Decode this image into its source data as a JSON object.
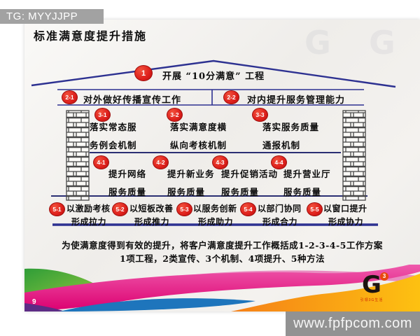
{
  "overlay": {
    "tg_label": "TG: MYYJJPP",
    "watermark": "www.fpfpcom.com"
  },
  "slide": {
    "title": "标准满意度提升措施",
    "page_number": "9",
    "house": {
      "roof": {
        "badge": "1",
        "label": "开展 “10分满意” 工程"
      },
      "row2": [
        {
          "badge": "2-1",
          "label": "对外做好传播宣传工作"
        },
        {
          "badge": "2-2",
          "label": "对内提升服务管理能力"
        }
      ],
      "row3": [
        {
          "badge": "3-1",
          "line1": "落实常态服",
          "line2": "务例会机制"
        },
        {
          "badge": "3-2",
          "line1": "落实满意度横",
          "line2": "纵向考核机制"
        },
        {
          "badge": "3-3",
          "line1": "落实服务质量",
          "line2": "通报机制"
        }
      ],
      "row4": [
        {
          "badge": "4-1",
          "line1": "提升网络",
          "line2": "服务质量"
        },
        {
          "badge": "4-2",
          "line1": "提升新业务",
          "line2": "服务质量"
        },
        {
          "badge": "4-3",
          "line1": "提升促销活动",
          "line2": "服务质量"
        },
        {
          "badge": "4-4",
          "line1": "提升营业厅",
          "line2": "服务质量"
        }
      ],
      "row5": [
        {
          "badge": "5-1",
          "line1": "以激励考核",
          "line2": "形成拉力"
        },
        {
          "badge": "5-2",
          "line1": "以短板改善",
          "line2": "形成推力"
        },
        {
          "badge": "5-3",
          "line1": "以服务创新",
          "line2": "形成助力"
        },
        {
          "badge": "5-4",
          "line1": "以部门协同",
          "line2": "形成合力"
        },
        {
          "badge": "5-5",
          "line1": "以窗口提升",
          "line2": "形成协力"
        }
      ]
    },
    "summary_line1": "为使满意度得到有效的提升，将客户满意度提升工作概括成1-2-3-4-5工作方案",
    "summary_line2": "1项工程，2类宣传、3个机制、4项提升、5种方法",
    "logo": {
      "letter": "G",
      "superscript": "3",
      "tagline": "引领3G生活"
    },
    "ghost_watermark_letter": "G"
  },
  "colors": {
    "badge_red": "#dd1f1b",
    "line_navy": "#2d3191",
    "wave_green": "#2f9d38",
    "wave_light_pink": "#e98cc1",
    "wave_magenta": "#dc0070",
    "wave_blue": "#1e75bc",
    "wave_orange": "#f7941e",
    "wave_purple": "#5d2c85",
    "tg_bar_gray": "#a2a2a2"
  }
}
